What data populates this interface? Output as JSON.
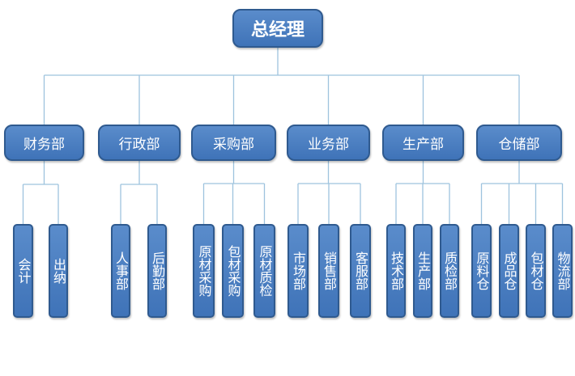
{
  "root": {
    "label": "总经理"
  },
  "departments": [
    {
      "label": "财务部",
      "units": [
        "会计",
        "出纳"
      ]
    },
    {
      "label": "行政部",
      "units": [
        "人事部",
        "后勤部"
      ]
    },
    {
      "label": "采购部",
      "units": [
        "原材采购",
        "包材采购",
        "原材质检"
      ]
    },
    {
      "label": "业务部",
      "units": [
        "市场部",
        "销售部",
        "客服部"
      ]
    },
    {
      "label": "生产部",
      "units": [
        "技术部",
        "生产部",
        "质检部"
      ]
    },
    {
      "label": "仓储部",
      "units": [
        "原料仓",
        "成品仓",
        "包材仓",
        "物流部"
      ]
    }
  ],
  "colors": {
    "box": "#4a7fc1",
    "border": "#2f5a8f",
    "line": "#9ec3de",
    "text": "#ffffff"
  }
}
